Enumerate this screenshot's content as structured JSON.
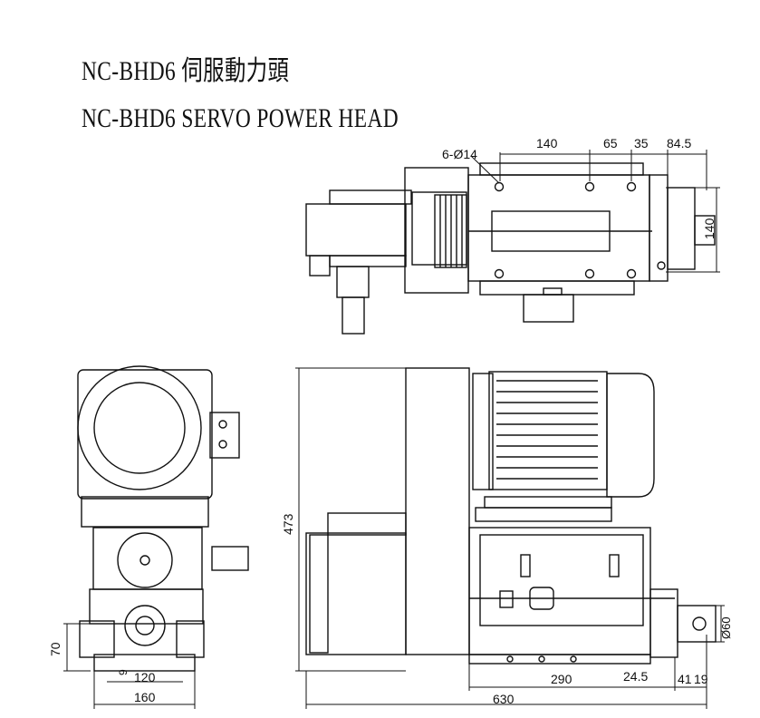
{
  "title": {
    "chinese": "NC-BHD6 伺服動力頭",
    "english": "NC-BHD6 SERVO POWER HEAD"
  },
  "top_view": {
    "dims": {
      "holes": "6-Ø14",
      "d140": "140",
      "d65": "65",
      "d35": "35",
      "d84_5": "84.5",
      "d140v": "140"
    }
  },
  "end_view": {
    "dims": {
      "d70": "70",
      "d9": "9",
      "d120": "120",
      "d160": "160"
    }
  },
  "side_view": {
    "dims": {
      "d473": "473",
      "d290": "290",
      "d24_5": "24.5",
      "d41": "41",
      "d19": "19",
      "d630": "630",
      "d60": "Ø60"
    }
  }
}
